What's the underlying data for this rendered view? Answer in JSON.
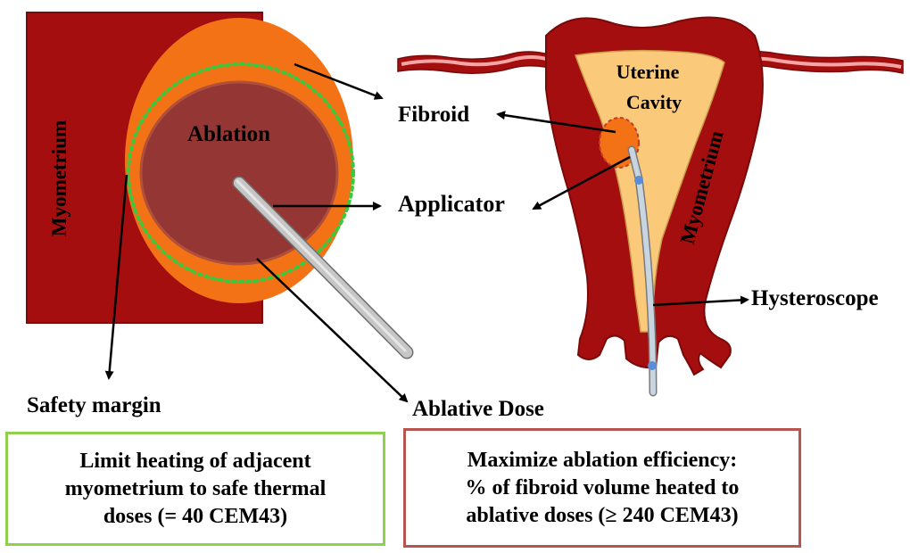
{
  "labels": {
    "myometrium_left": "Myometrium",
    "ablation": "Ablation",
    "fibroid": "Fibroid",
    "applicator": "Applicator",
    "uterine_cavity_line1": "Uterine",
    "uterine_cavity_line2": "Cavity",
    "myometrium_right": "Myometrium",
    "hysteroscope": "Hysteroscope",
    "safety_margin": "Safety margin",
    "ablative_dose": "Ablative Dose"
  },
  "boxes": {
    "left": {
      "lines": [
        "Limit heating of adjacent",
        "myometrium to safe thermal",
        "doses (= 40 CEM43)"
      ],
      "border_color": "#8fd14f"
    },
    "right": {
      "lines": [
        "Maximize ablation efficiency:",
        "% of fibroid volume heated to",
        "ablative doses (≥ 240 CEM43)"
      ],
      "border_color": "#b85450"
    }
  },
  "colors": {
    "myometrium": "#a50e0e",
    "fibroid_orange": "#f47216",
    "ablation_zone": "#943634",
    "cavity": "#fbc97a",
    "safety_margin_dots": "#3cc83c",
    "applicator": "#c0c0c0"
  }
}
